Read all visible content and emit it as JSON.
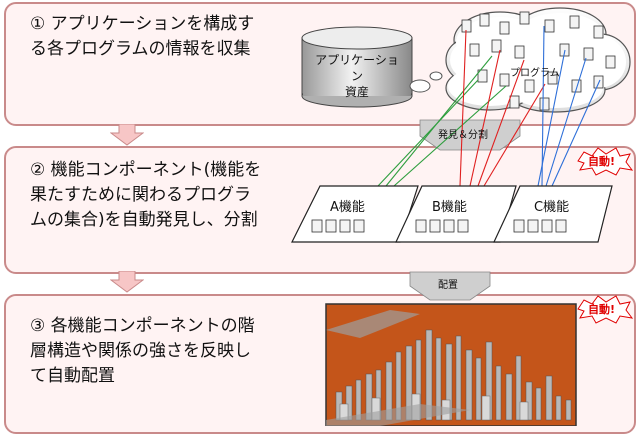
{
  "steps": [
    {
      "line1": "① アプリケーションを構成す",
      "line2": "る各プログラムの情報を収集"
    },
    {
      "line1": "② 機能コンポーネント(機能を",
      "line2": "果たすために関わるプログラ",
      "line3": "ムの集合)を自動発見し、分割"
    },
    {
      "line1": "③ 各機能コンポーネントの階",
      "line2": "層構造や関係の強さを反映し",
      "line3": "て自動配置"
    }
  ],
  "cylinder": {
    "line1": "アプリケーション",
    "line2": "資産"
  },
  "cloud_label": "プログラム",
  "arrow_labels": {
    "discover": "発見＆分割",
    "place": "配置"
  },
  "functions": [
    {
      "label": "A機能",
      "color": "#2e9e3e"
    },
    {
      "label": "B機能",
      "color": "#e02020"
    },
    {
      "label": "C機能",
      "color": "#2e6fd8"
    }
  ],
  "badges": [
    "自動!",
    "自動!"
  ],
  "colors": {
    "panel_border": "#c98a8a",
    "panel_fill": "#fff3f3",
    "city_ground": "#c4551a",
    "badge_text": "#e00000"
  }
}
